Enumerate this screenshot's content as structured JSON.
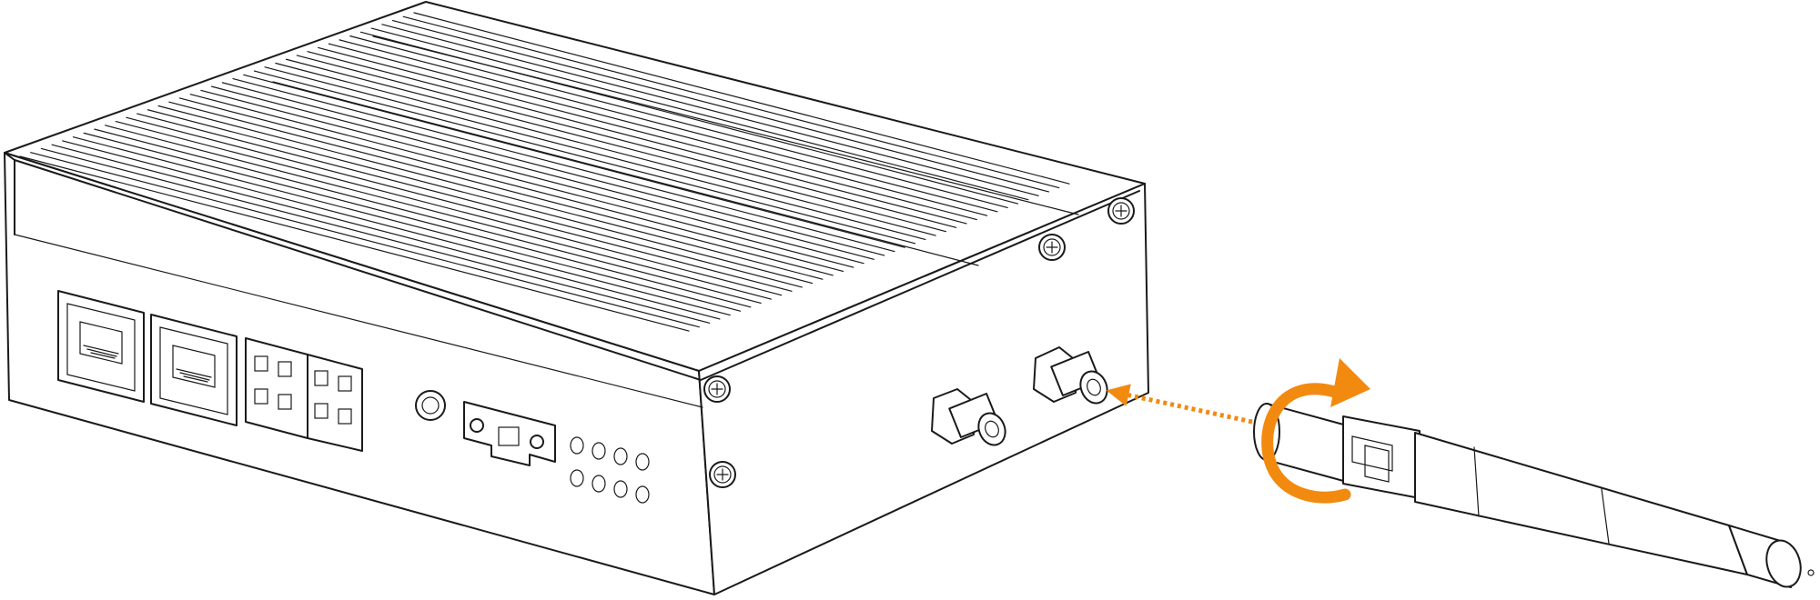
{
  "figure": {
    "subject": "device-antenna-installation",
    "colors": {
      "line": "#1a1a1a",
      "accent": "#f28a10",
      "background": "#ffffff"
    },
    "icons": [
      "rotate-clockwise-arrow-icon",
      "insertion-dotted-arrow-icon",
      "screw-icon"
    ],
    "counts": {
      "ethernet_ports": 2,
      "terminal_blocks": 2,
      "sma_connectors": 2,
      "status_leds": 8,
      "screws": 4
    }
  }
}
